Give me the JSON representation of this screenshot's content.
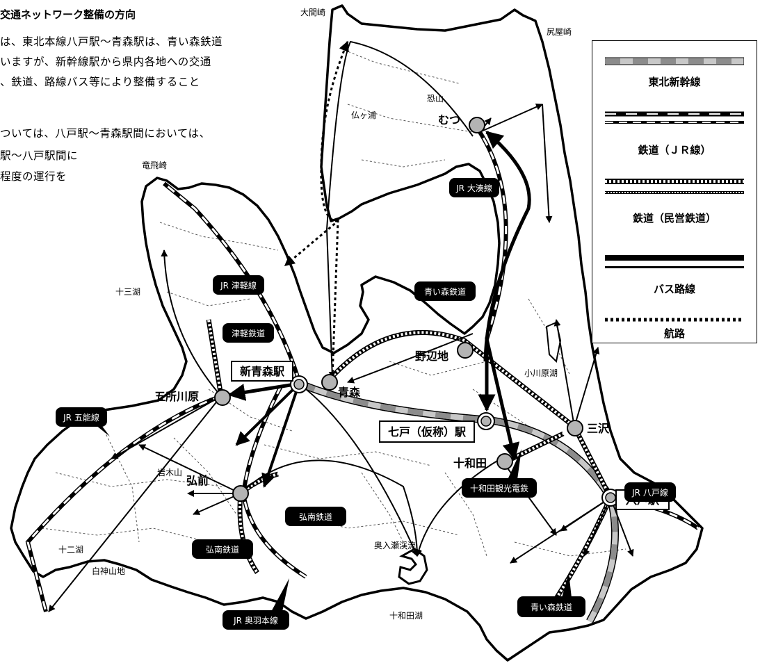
{
  "heading": "交通ネットワーク整備の方向",
  "body_lines": [
    "は、東北本線八戸駅～青森駅は、青い森鉄道",
    "いますが、新幹線駅から県内各地への交通",
    "、鉄道、路線バス等により整備すること",
    "",
    "ついては、八戸駅～青森駅間においては、",
    "駅～八戸駅間に",
    "程度の運行を"
  ],
  "legend": {
    "shinkansen": "東北新幹線",
    "jr": "鉄道（ＪＲ線）",
    "private": "鉄道（民営鉄道）",
    "bus": "バス路線",
    "ferry": "航路"
  },
  "stations": {
    "shin_aomori": "新青森駅",
    "hachinohe": "八戸駅",
    "shichinohe": "七戸（仮称）駅",
    "aomori": "青森",
    "goshogawara": "五所川原",
    "hirosaki": "弘前",
    "noheji": "野辺地",
    "towada": "十和田",
    "misawa": "三沢",
    "mutsu": "むつ"
  },
  "lines": {
    "jr_ominato": "JR 大湊線",
    "jr_tsugaru": "JR 津軽線",
    "tsugaru_railway": "津軽鉄道",
    "aoimori_north": "青い森鉄道",
    "jr_gono": "JR 五能線",
    "jr_hachinohe": "JR 八戸線",
    "towada_kanko": "十和田観光電鉄",
    "konan_east": "弘南鉄道",
    "konan_west": "弘南鉄道",
    "jr_ou": "JR 奥羽本線",
    "aoimori_south": "青い森鉄道"
  },
  "places": {
    "oma": "大間崎",
    "shiriya": "尻屋崎",
    "osorezan": "恐山",
    "hotokegaura": "仏ヶ浦",
    "tappi": "竜飛崎",
    "jusanko": "十三湖",
    "ogawara": "小川原湖",
    "iwaki": "岩木山",
    "juniko": "十二湖",
    "shirakami": "白神山地",
    "oirase": "奥入瀬渓流",
    "towadako": "十和田湖"
  },
  "colors": {
    "ink": "#000000",
    "paper": "#ffffff",
    "shinkansen_gray": "#c8c8c8",
    "shinkansen_dash": "#8c8c8c",
    "station_gray": "#b4b4b4",
    "boundary": "#555555"
  }
}
